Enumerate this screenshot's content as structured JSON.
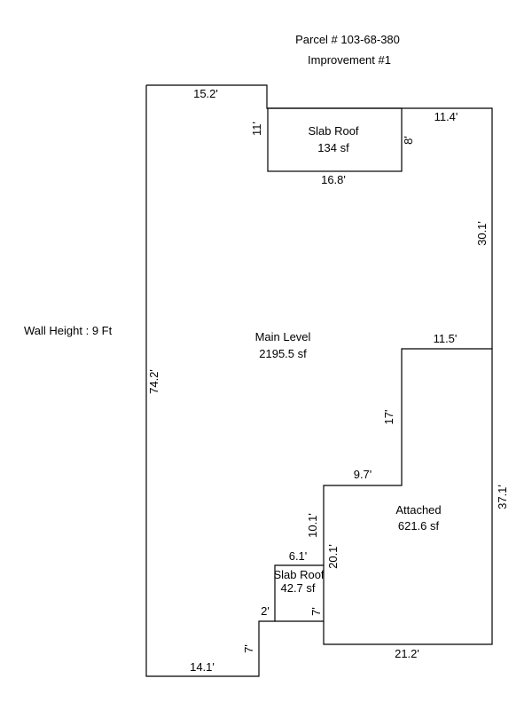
{
  "header": {
    "parcel": "Parcel # 103-68-380",
    "improvement": "Improvement #1"
  },
  "wall_height": "Wall Height : 9 Ft",
  "main_level": {
    "name": "Main Level",
    "area": "2195.5 sf"
  },
  "slab_roof_top": {
    "name": "Slab Roof",
    "area": "134 sf"
  },
  "attached": {
    "name": "Attached",
    "area": "621.6 sf"
  },
  "slab_roof_bottom": {
    "name": "Slab Roof",
    "area": "42.7 sf"
  },
  "dimensions": {
    "top_left_width": "15.2'",
    "top_slab_left": "11'",
    "top_slab_right": "8'",
    "top_slab_bottom": "16.8'",
    "top_right_width": "11.4'",
    "right_upper": "30.1'",
    "attached_top": "11.5'",
    "left_side": "74.2'",
    "step_vertical": "17'",
    "step_horizontal": "9.7'",
    "attached_right": "37.1'",
    "attached_left_upper": "10.1'",
    "attached_left_full": "20.1'",
    "small_slab_top": "6.1'",
    "small_slab_left": "2'",
    "small_slab_right": "7'",
    "attached_bottom": "21.2'",
    "bottom_notch": "7'",
    "bottom_width": "14.1'"
  }
}
